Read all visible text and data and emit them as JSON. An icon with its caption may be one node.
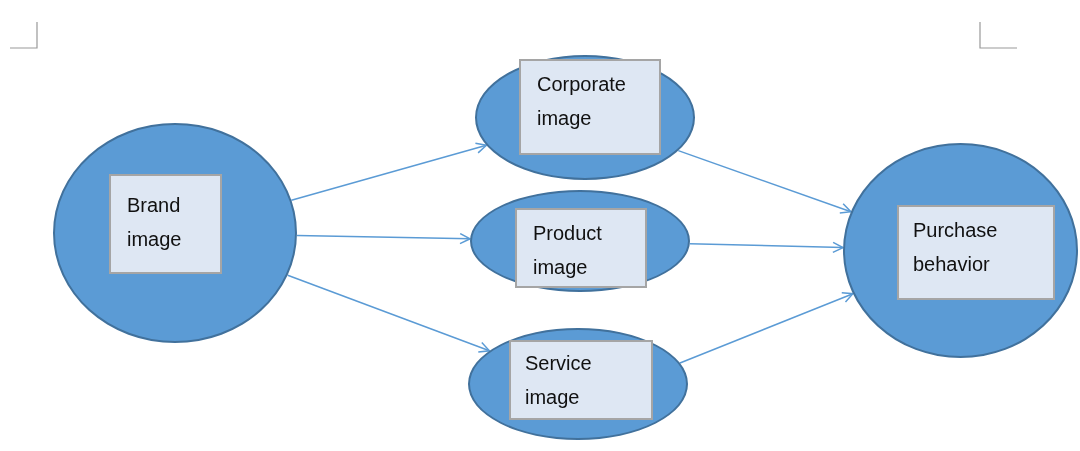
{
  "diagram": {
    "nodes": [
      {
        "text": [],
        "shape": "circle"
      },
      {
        "text": [
          "Brand image"
        ],
        "in": 0
      },
      {
        "text": [],
        "shape": "circle"
      },
      {
        "text": [
          "Corporate image"
        ],
        "in": 2
      },
      {
        "text": [],
        "shape": "circle"
      },
      {
        "text": [
          "Product image"
        ],
        "in": 4
      },
      {
        "text": [],
        "shape": "circle"
      },
      {
        "text": [
          "Service image"
        ],
        "in": 6
      },
      {
        "text": [],
        "shape": "circle"
      },
      {
        "text": [
          "Purchase behavior"
        ],
        "in": 8
      }
    ],
    "edges": [
      {
        "from": 0,
        "to": 2,
        "arrow": "to"
      },
      {
        "from": 0,
        "to": 4,
        "arrow": "to"
      },
      {
        "from": 0,
        "to": 6,
        "arrow": "to"
      },
      {
        "from": 2,
        "to": 8,
        "arrow": "to"
      },
      {
        "from": 4,
        "to": 8,
        "arrow": "to"
      },
      {
        "from": 6,
        "to": 8,
        "arrow": "to"
      }
    ]
  }
}
